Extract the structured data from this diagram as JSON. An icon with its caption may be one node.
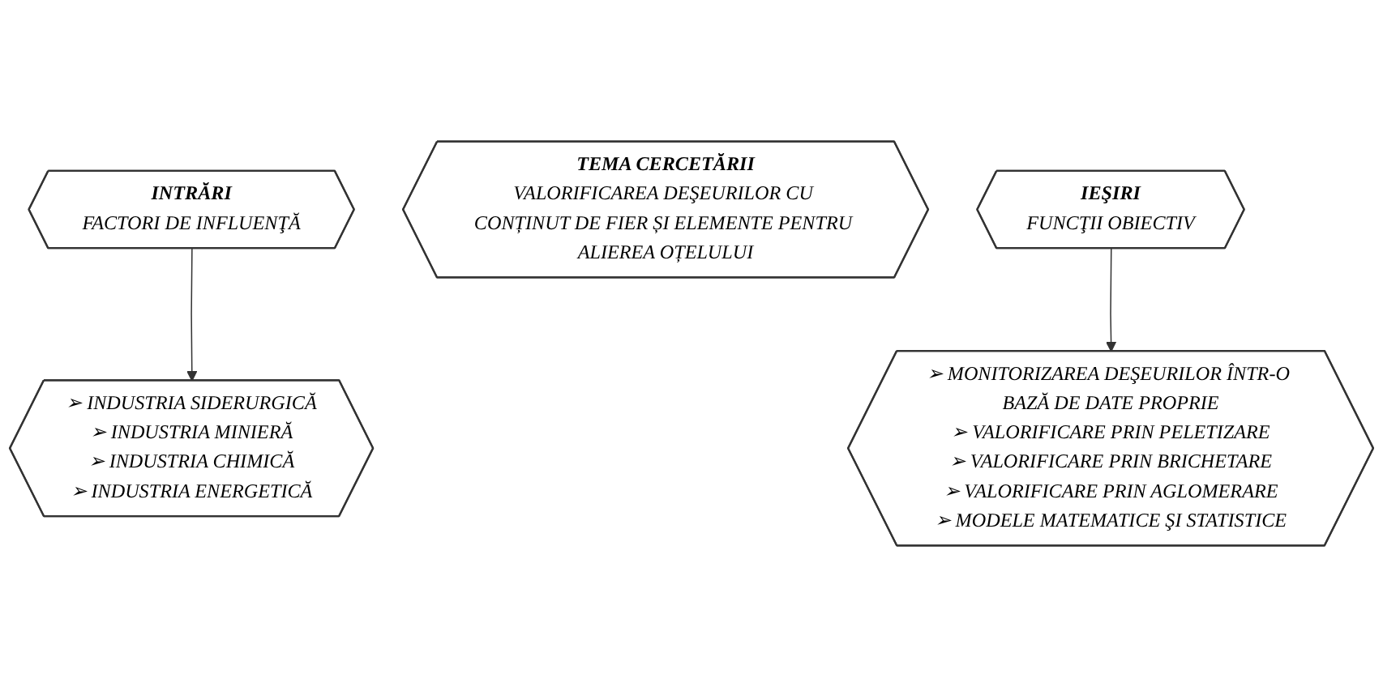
{
  "diagram": {
    "nodes": [
      {
        "text": [
          "INTRĂRI",
          "FACTORI DE INFLUENŢĂ"
        ]
      },
      {
        "text": [
          "TEMA CERCETĂRII",
          "VALORIFICAREA DEŞEURILOR CU CONȚINUT DE FIER ȘI ELEMENTE PENTRU ALIEREA OȚELULUI"
        ]
      },
      {
        "text": [
          "IEŞIRI",
          "FUNCŢII OBIECTIV"
        ]
      },
      {
        "text": [
          "➢ INDUSTRIA SIDERURGICĂ",
          "➢ INDUSTRIA MINIERĂ",
          "➢ INDUSTRIA CHIMICĂ",
          "➢ INDUSTRIA ENERGETICĂ"
        ]
      },
      {
        "text": [
          "➢ MONITORIZAREA DEŞEURILOR ÎNTR-O BAZĂ DE DATE PROPRIE",
          "➢ VALORIFICARE PRIN PELETIZARE",
          "➢ VALORIFICARE PRIN BRICHETARE",
          "➢ VALORIFICARE PRIN AGLOMERARE",
          "➢ MODELE MATEMATICE ŞI STATISTICE"
        ]
      }
    ],
    "edges": [
      {
        "from": 0,
        "to": 3,
        "arrow": "to"
      },
      {
        "from": 2,
        "to": 4,
        "arrow": "to"
      }
    ]
  }
}
